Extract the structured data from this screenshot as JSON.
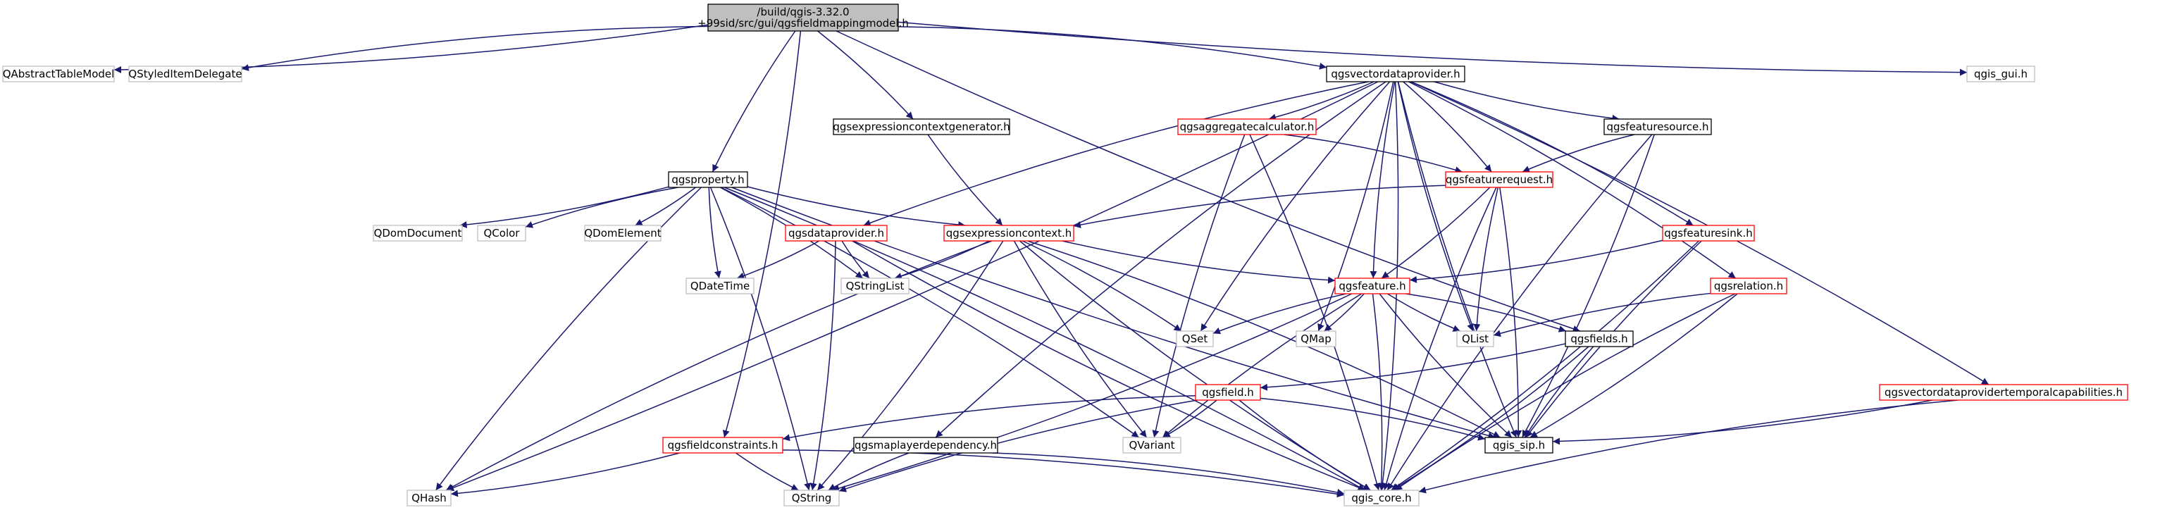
{
  "colors": {
    "edge": "#191970",
    "root_fill": "#bfbfbf",
    "root_border": "#000000",
    "black_border": "#000000",
    "red_border": "#ff0000",
    "gray_border": "#bfbfbf",
    "fill": "#ffffff"
  },
  "nodes": [
    {
      "id": "root",
      "label_lines": [
        "/build/qgis-3.32.0",
        "+99sid/src/gui/qgsfieldmappingmodel.h"
      ],
      "style": "root"
    },
    {
      "id": "QAbstractTableModel",
      "label_lines": [
        "QAbstractTableModel"
      ],
      "style": "gray"
    },
    {
      "id": "QStyledItemDelegate",
      "label_lines": [
        "QStyledItemDelegate"
      ],
      "style": "gray"
    },
    {
      "id": "qgsvectordataprovider",
      "label_lines": [
        "qgsvectordataprovider.h"
      ],
      "style": "black"
    },
    {
      "id": "qgis_gui",
      "label_lines": [
        "qgis_gui.h"
      ],
      "style": "gray"
    },
    {
      "id": "qgsexpressioncontextgenerator",
      "label_lines": [
        "qgsexpressioncontextgenerator.h"
      ],
      "style": "black"
    },
    {
      "id": "qgsaggregatecalculator",
      "label_lines": [
        "qgsaggregatecalculator.h"
      ],
      "style": "red"
    },
    {
      "id": "qgsfeaturesource",
      "label_lines": [
        "qgsfeaturesource.h"
      ],
      "style": "black"
    },
    {
      "id": "qgsproperty",
      "label_lines": [
        "qgsproperty.h"
      ],
      "style": "black"
    },
    {
      "id": "qgsfeaturerequest",
      "label_lines": [
        "qgsfeaturerequest.h"
      ],
      "style": "red"
    },
    {
      "id": "qgsdataprovider",
      "label_lines": [
        "qgsdataprovider.h"
      ],
      "style": "red"
    },
    {
      "id": "qgsexpressioncontext",
      "label_lines": [
        "qgsexpressioncontext.h"
      ],
      "style": "red"
    },
    {
      "id": "qgsfeaturesink",
      "label_lines": [
        "qgsfeaturesink.h"
      ],
      "style": "red"
    },
    {
      "id": "QDomDocument",
      "label_lines": [
        "QDomDocument"
      ],
      "style": "gray"
    },
    {
      "id": "QColor",
      "label_lines": [
        "QColor"
      ],
      "style": "gray"
    },
    {
      "id": "QDomElement",
      "label_lines": [
        "QDomElement"
      ],
      "style": "gray"
    },
    {
      "id": "QDateTime",
      "label_lines": [
        "QDateTime"
      ],
      "style": "gray"
    },
    {
      "id": "QStringList",
      "label_lines": [
        "QStringList"
      ],
      "style": "gray"
    },
    {
      "id": "qgsfeature",
      "label_lines": [
        "qgsfeature.h"
      ],
      "style": "red"
    },
    {
      "id": "qgsrelation",
      "label_lines": [
        "qgsrelation.h"
      ],
      "style": "red"
    },
    {
      "id": "QSet",
      "label_lines": [
        "QSet"
      ],
      "style": "gray"
    },
    {
      "id": "QMap",
      "label_lines": [
        "QMap"
      ],
      "style": "gray"
    },
    {
      "id": "QList",
      "label_lines": [
        "QList"
      ],
      "style": "gray"
    },
    {
      "id": "qgsfields",
      "label_lines": [
        "qgsfields.h"
      ],
      "style": "black"
    },
    {
      "id": "qgsfield",
      "label_lines": [
        "qgsfield.h"
      ],
      "style": "red"
    },
    {
      "id": "qgsvectordataprovidertemporalcapabilities",
      "label_lines": [
        "qgsvectordataprovidertemporalcapabilities.h"
      ],
      "style": "red"
    },
    {
      "id": "qgsfieldconstraints",
      "label_lines": [
        "qgsfieldconstraints.h"
      ],
      "style": "red"
    },
    {
      "id": "qgsmaplayerdependency",
      "label_lines": [
        "qgsmaplayerdependency.h"
      ],
      "style": "black"
    },
    {
      "id": "QVariant",
      "label_lines": [
        "QVariant"
      ],
      "style": "gray"
    },
    {
      "id": "qgis_sip",
      "label_lines": [
        "qgis_sip.h"
      ],
      "style": "black"
    },
    {
      "id": "QHash",
      "label_lines": [
        "QHash"
      ],
      "style": "gray"
    },
    {
      "id": "QString",
      "label_lines": [
        "QString"
      ],
      "style": "gray"
    },
    {
      "id": "qgis_core",
      "label_lines": [
        "qgis_core.h"
      ],
      "style": "gray"
    }
  ],
  "edges": [
    [
      "root",
      "QAbstractTableModel"
    ],
    [
      "root",
      "QStyledItemDelegate"
    ],
    [
      "root",
      "qgsvectordataprovider"
    ],
    [
      "root",
      "qgis_gui"
    ],
    [
      "root",
      "qgsexpressioncontextgenerator"
    ],
    [
      "root",
      "qgsproperty"
    ],
    [
      "root",
      "qgsfieldconstraints"
    ],
    [
      "root",
      "qgsfields"
    ],
    [
      "qgsvectordataprovider",
      "qgsaggregatecalculator"
    ],
    [
      "qgsvectordataprovider",
      "qgsfeaturesource"
    ],
    [
      "qgsvectordataprovider",
      "qgsfeaturerequest"
    ],
    [
      "qgsvectordataprovider",
      "qgsdataprovider"
    ],
    [
      "qgsvectordataprovider",
      "qgsfeaturesink"
    ],
    [
      "qgsvectordataprovider",
      "qgsfeature"
    ],
    [
      "qgsvectordataprovider",
      "qgsrelation"
    ],
    [
      "qgsvectordataprovider",
      "QSet"
    ],
    [
      "qgsvectordataprovider",
      "QMap"
    ],
    [
      "qgsvectordataprovider",
      "QList"
    ],
    [
      "qgsvectordataprovider",
      "qgsvectordataprovidertemporalcapabilities"
    ],
    [
      "qgsvectordataprovider",
      "qgsmaplayerdependency"
    ],
    [
      "qgsvectordataprovider",
      "QHash"
    ],
    [
      "qgsvectordataprovider",
      "qgis_sip"
    ],
    [
      "qgsvectordataprovider",
      "qgis_core"
    ],
    [
      "qgsexpressioncontextgenerator",
      "qgsexpressioncontext"
    ],
    [
      "qgsaggregatecalculator",
      "qgsfeaturerequest"
    ],
    [
      "qgsaggregatecalculator",
      "QVariant"
    ],
    [
      "qgsaggregatecalculator",
      "qgis_core"
    ],
    [
      "qgsfeaturesource",
      "qgsfeaturerequest"
    ],
    [
      "qgsfeaturesource",
      "qgis_sip"
    ],
    [
      "qgsfeaturesource",
      "qgis_core"
    ],
    [
      "qgsproperty",
      "QDomDocument"
    ],
    [
      "qgsproperty",
      "QColor"
    ],
    [
      "qgsproperty",
      "QDomElement"
    ],
    [
      "qgsproperty",
      "QDateTime"
    ],
    [
      "qgsproperty",
      "QStringList"
    ],
    [
      "qgsproperty",
      "qgsexpressioncontext"
    ],
    [
      "qgsproperty",
      "QVariant"
    ],
    [
      "qgsproperty",
      "QHash"
    ],
    [
      "qgsproperty",
      "QString"
    ],
    [
      "qgsproperty",
      "qgis_sip"
    ],
    [
      "qgsproperty",
      "qgis_core"
    ],
    [
      "qgsfeaturerequest",
      "qgsexpressioncontext"
    ],
    [
      "qgsfeaturerequest",
      "qgsfeature"
    ],
    [
      "qgsfeaturerequest",
      "QList"
    ],
    [
      "qgsfeaturerequest",
      "qgis_sip"
    ],
    [
      "qgsfeaturerequest",
      "qgis_core"
    ],
    [
      "qgsdataprovider",
      "QDateTime"
    ],
    [
      "qgsdataprovider",
      "QStringList"
    ],
    [
      "qgsdataprovider",
      "QString"
    ],
    [
      "qgsdataprovider",
      "qgis_core"
    ],
    [
      "qgsexpressioncontext",
      "QStringList"
    ],
    [
      "qgsexpressioncontext",
      "qgsfeature"
    ],
    [
      "qgsexpressioncontext",
      "QSet"
    ],
    [
      "qgsexpressioncontext",
      "QHash"
    ],
    [
      "qgsexpressioncontext",
      "QString"
    ],
    [
      "qgsexpressioncontext",
      "QVariant"
    ],
    [
      "qgsexpressioncontext",
      "qgis_sip"
    ],
    [
      "qgsexpressioncontext",
      "qgis_core"
    ],
    [
      "qgsfeaturesink",
      "qgsfeature"
    ],
    [
      "qgsfeaturesink",
      "qgis_sip"
    ],
    [
      "qgsfeaturesink",
      "qgis_core"
    ],
    [
      "qgsfeature",
      "QSet"
    ],
    [
      "qgsfeature",
      "QMap"
    ],
    [
      "qgsfeature",
      "QList"
    ],
    [
      "qgsfeature",
      "qgsfields"
    ],
    [
      "qgsfeature",
      "QVariant"
    ],
    [
      "qgsfeature",
      "QString"
    ],
    [
      "qgsfeature",
      "qgis_sip"
    ],
    [
      "qgsfeature",
      "qgis_core"
    ],
    [
      "qgsrelation",
      "QList"
    ],
    [
      "qgsrelation",
      "qgis_sip"
    ],
    [
      "qgsrelation",
      "qgis_core"
    ],
    [
      "qgsfields",
      "qgsfield"
    ],
    [
      "qgsfields",
      "qgis_sip"
    ],
    [
      "qgsfields",
      "qgis_core"
    ],
    [
      "qgsfield",
      "qgsfieldconstraints"
    ],
    [
      "qgsfield",
      "QVariant"
    ],
    [
      "qgsfield",
      "QString"
    ],
    [
      "qgsfield",
      "qgis_sip"
    ],
    [
      "qgsfield",
      "qgis_core"
    ],
    [
      "qgsvectordataprovidertemporalcapabilities",
      "qgis_sip"
    ],
    [
      "qgsvectordataprovidertemporalcapabilities",
      "qgis_core"
    ],
    [
      "qgsfieldconstraints",
      "QHash"
    ],
    [
      "qgsfieldconstraints",
      "QString"
    ],
    [
      "qgsfieldconstraints",
      "qgis_core"
    ],
    [
      "qgsmaplayerdependency",
      "QString"
    ],
    [
      "qgsmaplayerdependency",
      "qgis_core"
    ]
  ]
}
